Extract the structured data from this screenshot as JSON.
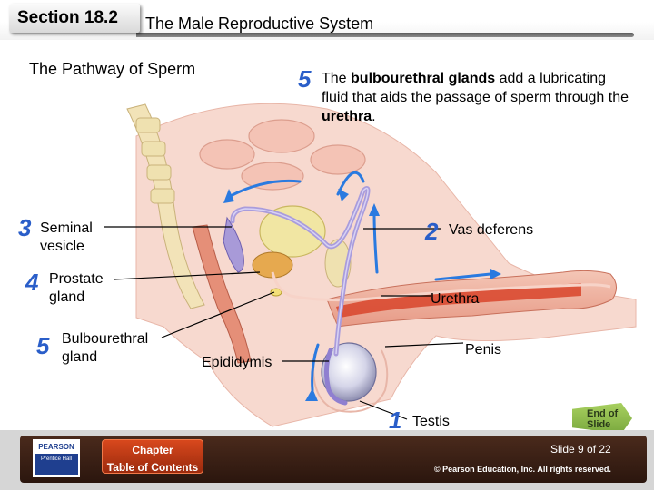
{
  "header": {
    "section": "Section 18.2",
    "title": "The Male Reproductive System"
  },
  "pathway_title": "The Pathway of Sperm",
  "caption": {
    "number": "5",
    "part1": "The ",
    "bold1": "bulbourethral glands",
    "part2": " add a lubricating fluid that aids the passage of sperm through the ",
    "bold2": "urethra",
    "part3": "."
  },
  "labels": {
    "seminal_vesicle": {
      "number": "3",
      "line1": "Seminal",
      "line2": "vesicle"
    },
    "prostate_gland": {
      "number": "4",
      "line1": "Prostate",
      "line2": "gland"
    },
    "bulbourethral_gland": {
      "number": "5",
      "line1": "Bulbourethral",
      "line2": "gland"
    },
    "epididymis": {
      "text": "Epididymis"
    },
    "vas_deferens": {
      "number": "2",
      "text": "Vas deferens"
    },
    "urethra": {
      "text": "Urethra"
    },
    "penis": {
      "text": "Penis"
    },
    "testis": {
      "number": "1",
      "text": "Testis"
    }
  },
  "footer": {
    "publisher_top": "PEARSON",
    "publisher_bottom": "Prentice Hall",
    "toc_line1": "Chapter",
    "toc_line2": "Table of Contents",
    "slide_number": "Slide 9 of 22",
    "copyright": "© Pearson Education, Inc. All rights reserved.",
    "end_slide_line1": "End of",
    "end_slide_line2": "Slide"
  },
  "colors": {
    "accent_blue": "#2a5ec9",
    "tissue_pink": "#f0b8a8",
    "muscle_red": "#d8442a",
    "duct_purple": "#a99cdc",
    "gland_yellow": "#e9d98a",
    "footer_brown": "#3a1f14",
    "toc_orange": "#c83c18",
    "end_green": "#8cbf4a"
  }
}
